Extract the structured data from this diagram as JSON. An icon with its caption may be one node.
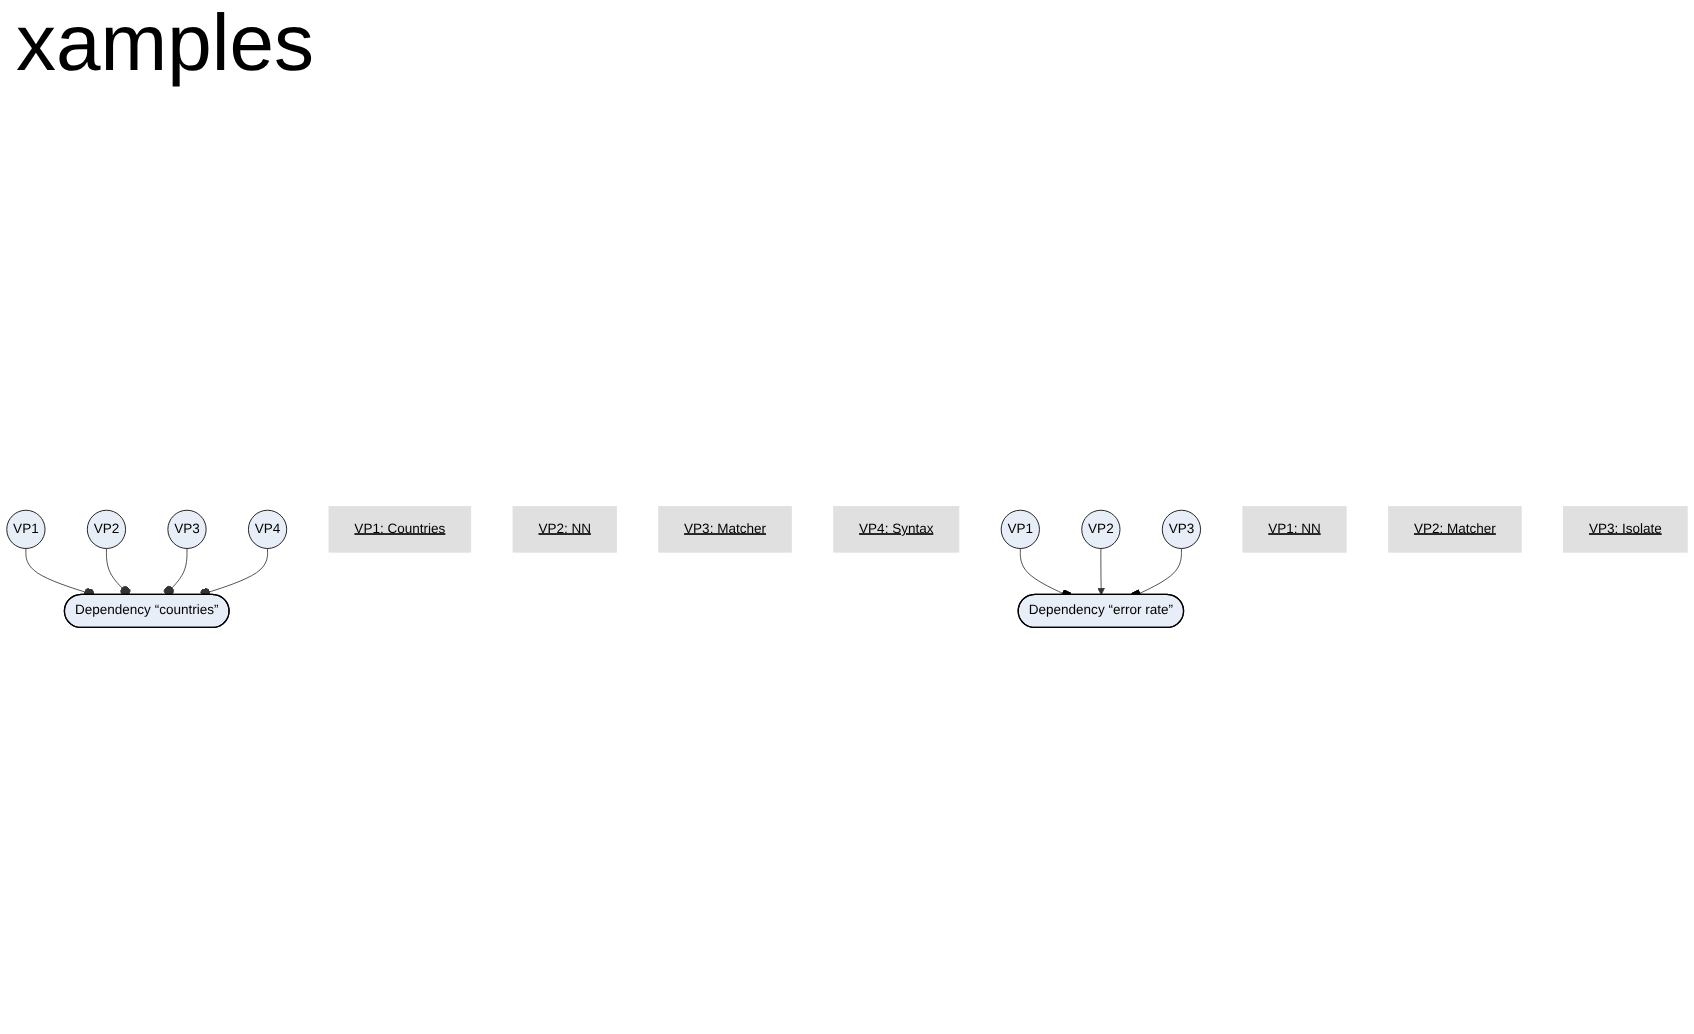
{
  "diagram": {
    "title": "xamples",
    "nodes": [
      {
        "text": [
          "Dependency “countries”"
        ]
      },
      {
        "text": [
          "VP1"
        ]
      },
      {
        "text": [
          "VP2"
        ]
      },
      {
        "text": [
          "VP3"
        ]
      },
      {
        "text": [
          "VP4"
        ]
      },
      {
        "text": [
          "VP1: Countries"
        ]
      },
      {
        "text": [
          "VP2: NN"
        ]
      },
      {
        "text": [
          "VP3: Matcher"
        ]
      },
      {
        "text": [
          "VP4: Syntax"
        ]
      },
      {
        "text": [
          "Dependency “error rate”"
        ]
      },
      {
        "text": [
          "VP1"
        ]
      },
      {
        "text": [
          "VP2"
        ]
      },
      {
        "text": [
          "VP3"
        ]
      },
      {
        "text": [
          "VP1: NN"
        ]
      },
      {
        "text": [
          "VP2: Matcher"
        ]
      },
      {
        "text": [
          "VP3: Isolate"
        ]
      }
    ],
    "edges": [
      {
        "from": 1,
        "to": 0,
        "arrow": "other"
      },
      {
        "from": 2,
        "to": 0,
        "arrow": "other"
      },
      {
        "from": 3,
        "to": 0,
        "arrow": "other"
      },
      {
        "from": 4,
        "to": 0,
        "arrow": "other"
      },
      {
        "from": 10,
        "to": 9,
        "arrow": "other"
      },
      {
        "from": 11,
        "to": 9,
        "arrow": "to"
      },
      {
        "from": 12,
        "to": 9,
        "arrow": "other"
      }
    ]
  }
}
